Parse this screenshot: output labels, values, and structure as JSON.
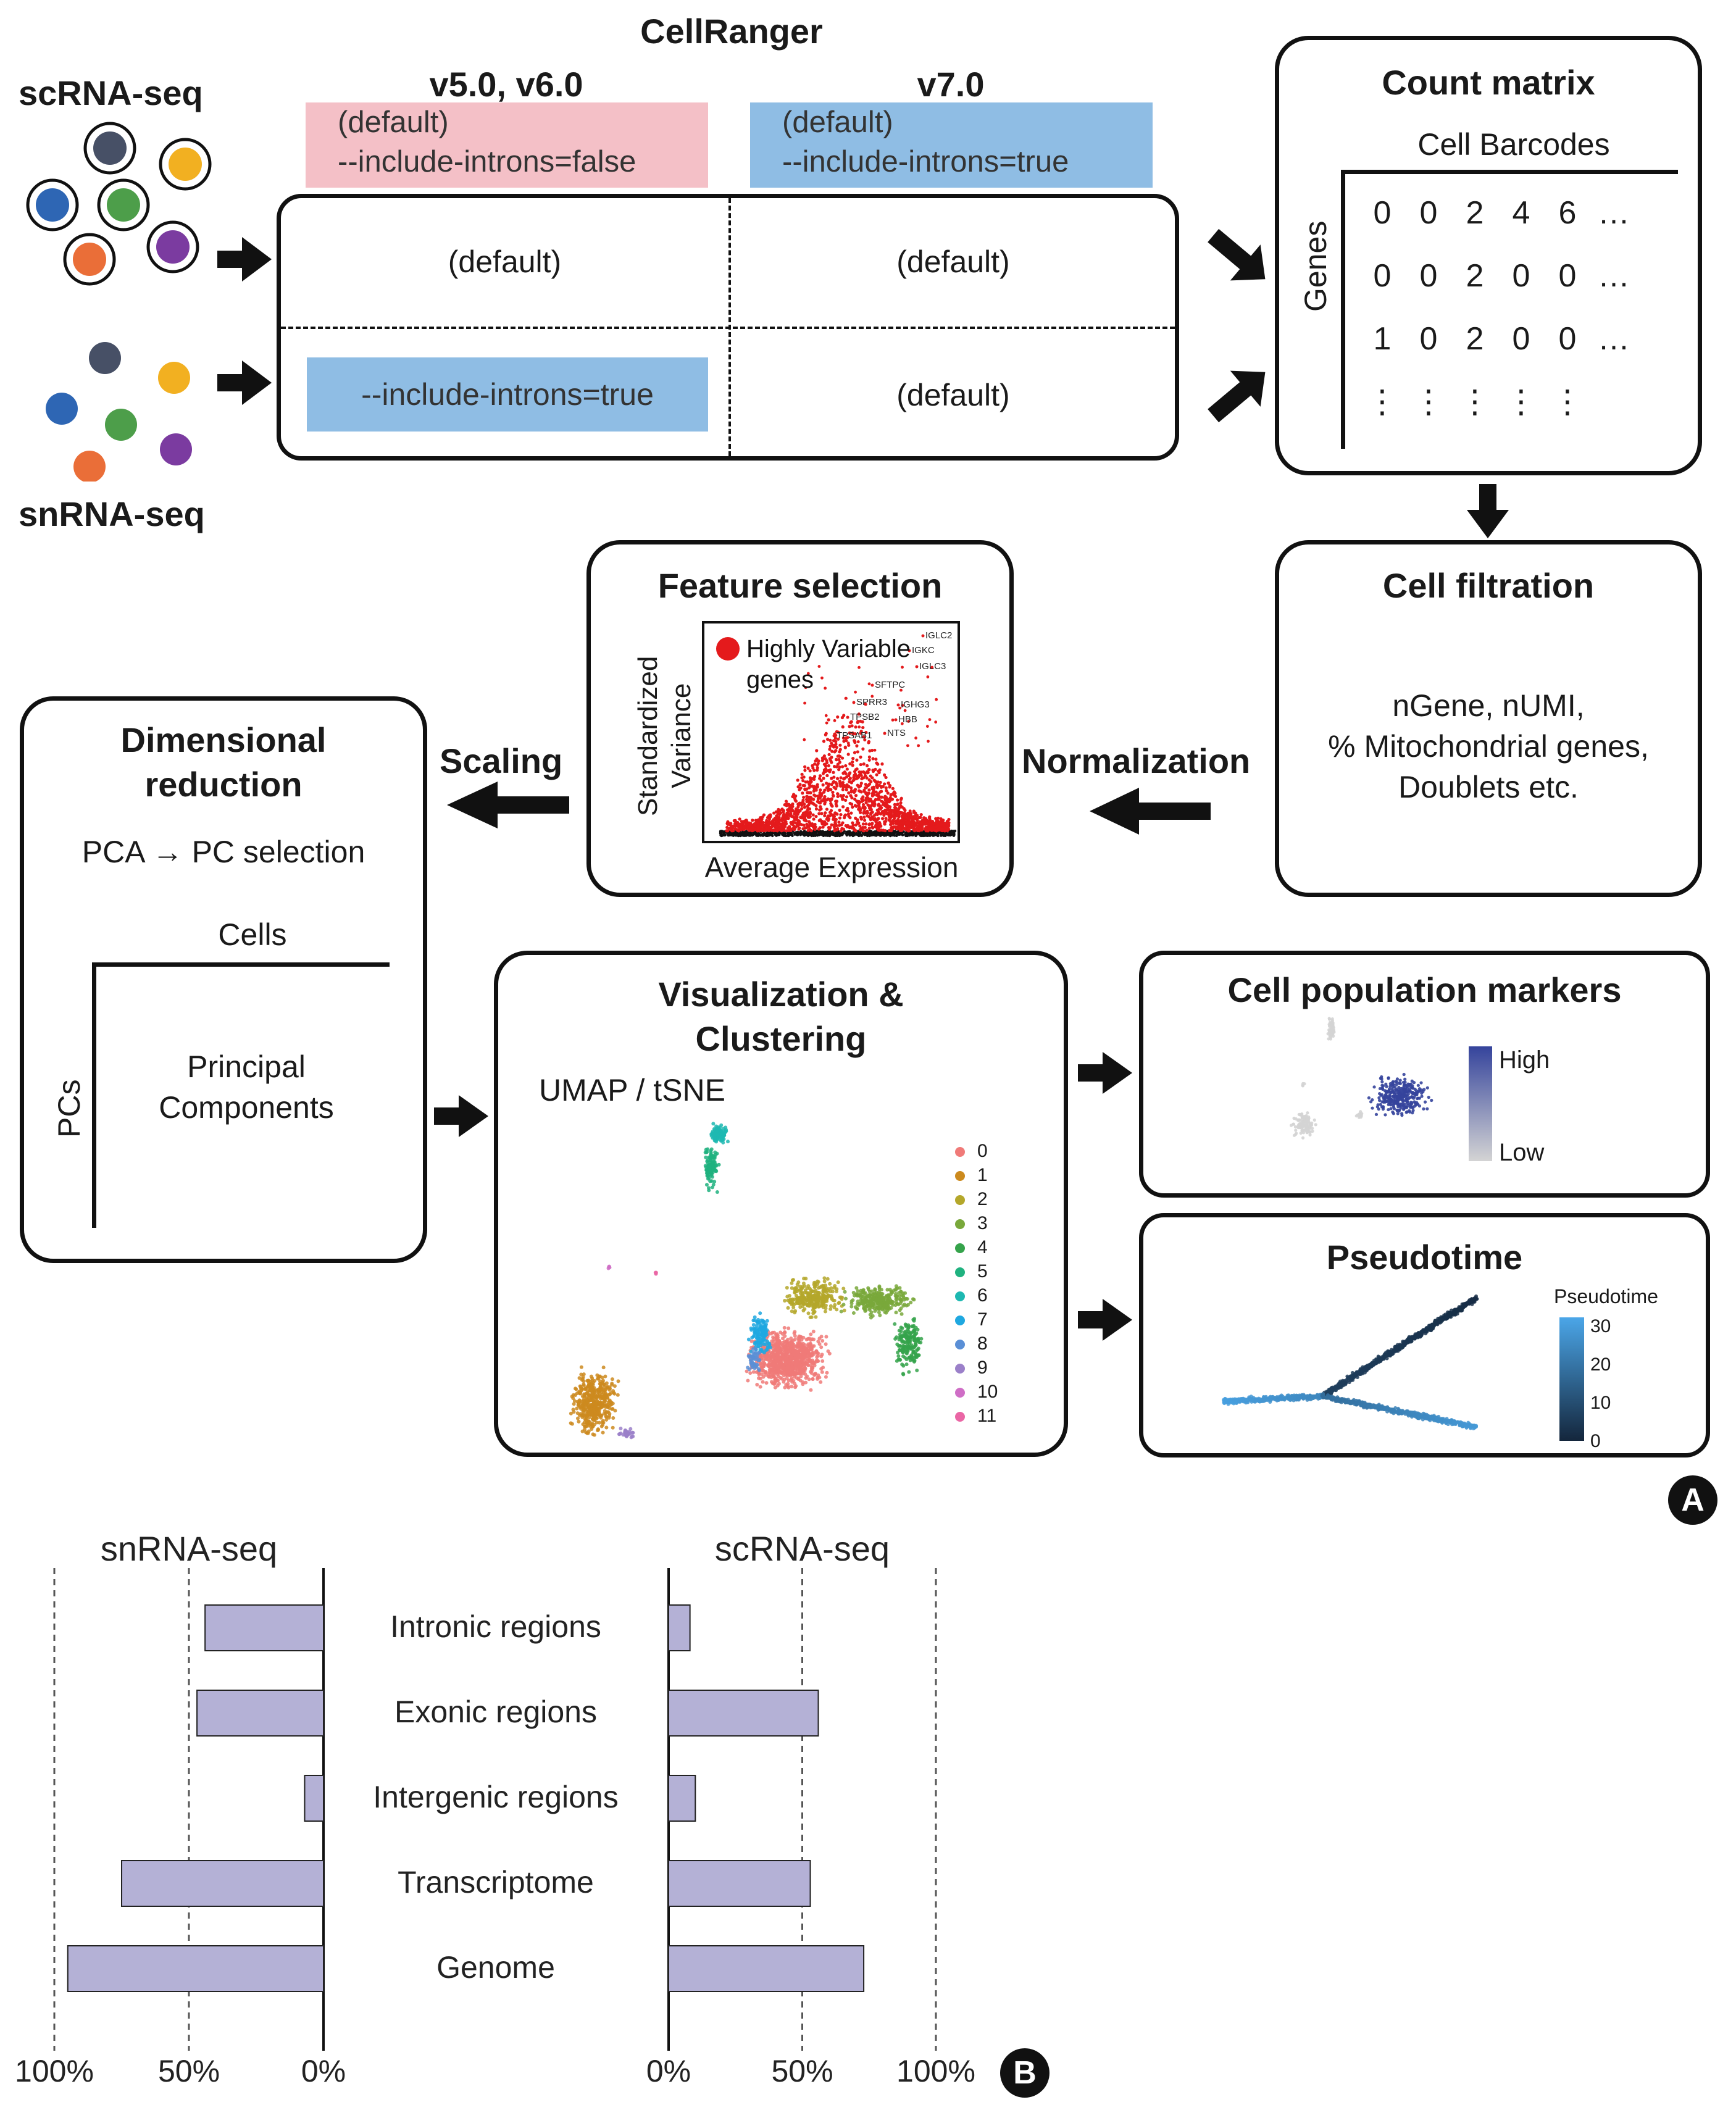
{
  "panel_a": {
    "cellranger_title": "CellRanger",
    "version_left": "v5.0, v6.0",
    "version_right": "v7.0",
    "header_left": {
      "line1": "(default)",
      "line2": "--include-introns=false",
      "color": "#f4c0c7"
    },
    "header_right": {
      "line1": "(default)",
      "line2": "--include-introns=true",
      "color": "#8fbde4"
    },
    "grid": {
      "top_left": "(default)",
      "top_right": "(default)",
      "bottom_left": "--include-introns=true",
      "bottom_right": "(default)"
    },
    "scrna_label": "scRNA-seq",
    "snrna_label": "snRNA-seq",
    "cell_colors": [
      "#475066",
      "#f2b021",
      "#2e66b4",
      "#4d9e4a",
      "#7b3ba0",
      "#ea6e38"
    ],
    "count_matrix": {
      "title": "Count matrix",
      "col_label": "Cell Barcodes",
      "row_label": "Genes",
      "rows": [
        [
          "0",
          "0",
          "2",
          "4",
          "6",
          "…"
        ],
        [
          "0",
          "0",
          "2",
          "0",
          "0",
          "…"
        ],
        [
          "1",
          "0",
          "2",
          "0",
          "0",
          "…"
        ],
        [
          "⋮",
          "⋮",
          "⋮",
          "⋮",
          "⋮",
          ""
        ]
      ]
    },
    "cell_filtration": {
      "title": "Cell filtration",
      "lines": [
        "nGene, nUMI,",
        "% Mitochondrial genes,",
        "Doublets etc."
      ]
    },
    "normalization_label": "Normalization",
    "scaling_label": "Scaling",
    "feature_selection": {
      "title": "Feature selection",
      "y_label_1": "Standardized",
      "y_label_2": "Variance",
      "x_label": "Average Expression",
      "legend_line1": "Highly Variable",
      "legend_line2": "genes",
      "legend_color": "#e41a1c",
      "gene_labels": [
        "IGLC2",
        "IGKC",
        "IGLC3",
        "SFTPC",
        "SPRR3",
        "IGHG3",
        "TPSB2",
        "HBB",
        "NTS",
        "TPSAB1"
      ]
    },
    "dimensional_reduction": {
      "title_1": "Dimensional",
      "title_2": "reduction",
      "pca_line": "PCA → PC selection",
      "col_label": "Cells",
      "row_label": "PCs",
      "body_1": "Principal",
      "body_2": "Components"
    },
    "visualization": {
      "title_1": "Visualization &",
      "title_2": "Clustering",
      "subtitle": "UMAP / tSNE",
      "clusters": [
        {
          "label": "0",
          "color": "#f07a78"
        },
        {
          "label": "1",
          "color": "#cc8a1e"
        },
        {
          "label": "2",
          "color": "#b4a72a"
        },
        {
          "label": "3",
          "color": "#79a83b"
        },
        {
          "label": "4",
          "color": "#35a34b"
        },
        {
          "label": "5",
          "color": "#20b27f"
        },
        {
          "label": "6",
          "color": "#1eb8b1"
        },
        {
          "label": "7",
          "color": "#1fa8e0"
        },
        {
          "label": "8",
          "color": "#5a8fd6"
        },
        {
          "label": "9",
          "color": "#9b80c9"
        },
        {
          "label": "10",
          "color": "#cf6ec6"
        },
        {
          "label": "11",
          "color": "#ea66a5"
        }
      ]
    },
    "markers": {
      "title": "Cell population markers",
      "high": "High",
      "low": "Low",
      "high_color": "#35449c",
      "low_color": "#d4d4d4"
    },
    "pseudotime": {
      "title": "Pseudotime",
      "legend_title": "Pseudotime",
      "ticks": [
        "30",
        "20",
        "10",
        "0"
      ],
      "dark_color": "#14263c",
      "light_color": "#4ba6e8"
    },
    "panel_label": "A"
  },
  "panel_b": {
    "panel_label": "B",
    "chart_data": [
      {
        "type": "bar",
        "title": "snRNA-seq",
        "orientation": "horizontal",
        "direction": "leftward",
        "categories": [
          "Intronic regions",
          "Exonic regions",
          "Intergenic regions",
          "Transcriptome",
          "Genome"
        ],
        "values": [
          44,
          47,
          7,
          75,
          95
        ],
        "xlim": [
          0,
          100
        ],
        "tick_labels": [
          "100%",
          "50%",
          "0%"
        ],
        "bar_color": "#b4b1d6",
        "grid": "dashed vertical at 50% and 100%"
      },
      {
        "type": "bar",
        "title": "scRNA-seq",
        "orientation": "horizontal",
        "direction": "rightward",
        "categories": [
          "Intronic regions",
          "Exonic regions",
          "Intergenic regions",
          "Transcriptome",
          "Genome"
        ],
        "values": [
          8,
          56,
          10,
          53,
          73
        ],
        "xlim": [
          0,
          100
        ],
        "tick_labels": [
          "0%",
          "50%",
          "100%"
        ],
        "bar_color": "#b4b1d6",
        "grid": "dashed vertical at 50% and 100%"
      }
    ]
  }
}
